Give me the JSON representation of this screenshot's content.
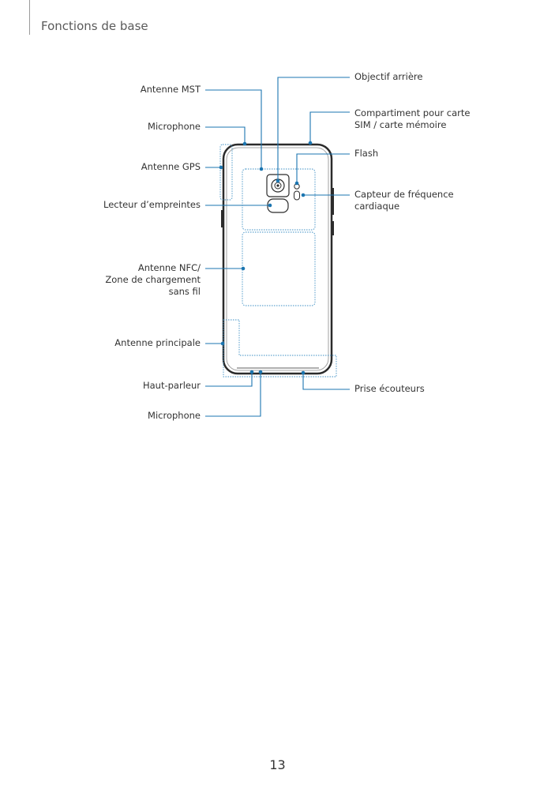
{
  "header": {
    "section_title": "Fonctions de base"
  },
  "page_number": "13",
  "labels_left": {
    "mst": "Antenne MST",
    "mic_top": "Microphone",
    "gps": "Antenne GPS",
    "fingerprint": "Lecteur d’empreintes",
    "nfc_1": "Antenne NFC/",
    "nfc_2": "Zone de chargement",
    "nfc_3": "sans fil",
    "main_antenna": "Antenne principale",
    "speaker": "Haut-parleur",
    "mic_bottom": "Microphone"
  },
  "labels_right": {
    "rear_camera": "Objectif arrière",
    "sim_1": "Compartiment pour carte",
    "sim_2": "SIM / carte mémoire",
    "flash": "Flash",
    "hr_1": "Capteur de fréquence",
    "hr_2": "cardiaque",
    "earphone": "Prise écouteurs"
  },
  "colors": {
    "leader": "#1b75b0",
    "outline": "#2b2b2b",
    "zone": "#3d8fc4"
  }
}
